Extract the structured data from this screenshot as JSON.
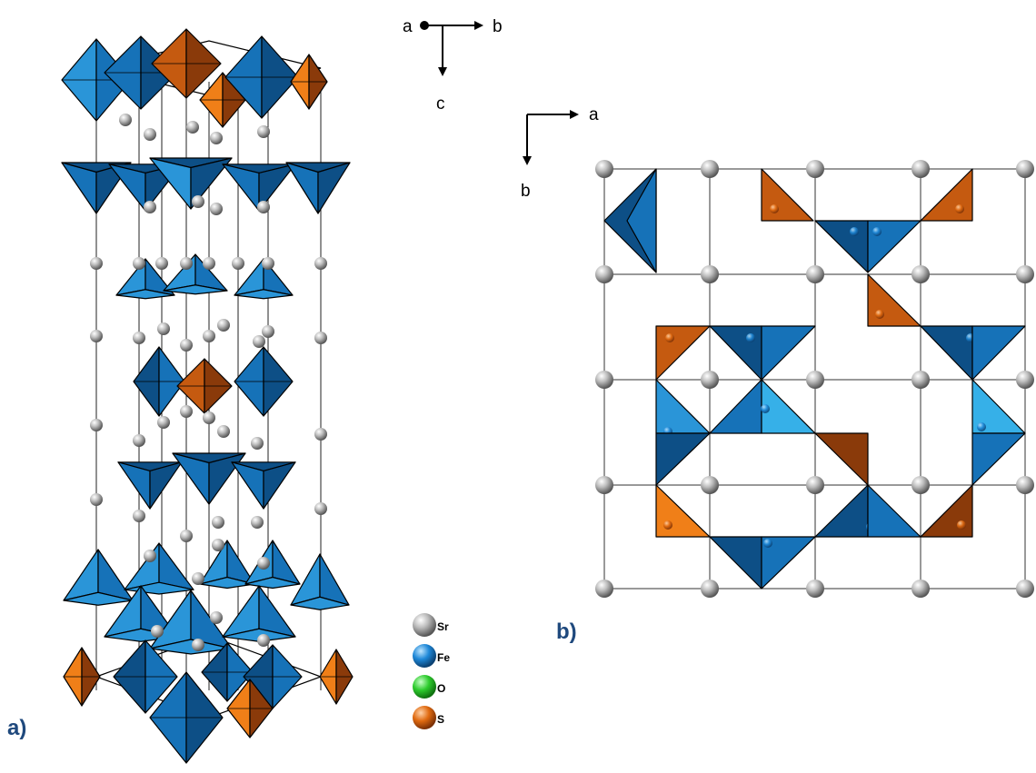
{
  "panels": {
    "a_label": "a)",
    "b_label": "b)"
  },
  "axes_a": {
    "horizontal": "b",
    "vertical": "c",
    "viewing": "a"
  },
  "axes_b": {
    "horizontal": "a",
    "vertical": "b"
  },
  "legend": [
    {
      "symbol": "Sr",
      "color": "#8c8c8c"
    },
    {
      "symbol": "Fe",
      "color": "#1e88d8"
    },
    {
      "symbol": "O",
      "color": "#2ecc2e"
    },
    {
      "symbol": "S",
      "color": "#e06a10"
    }
  ],
  "colors": {
    "fe_dark": "#0d4f86",
    "fe_mid": "#1672b8",
    "fe_light": "#2a95d8",
    "fe_pale": "#36b0e8",
    "s_dark": "#8a3a0a",
    "s_mid": "#c55a10",
    "s_light": "#f07f18",
    "sr": "#8c8c8c",
    "lines": "#000000"
  }
}
